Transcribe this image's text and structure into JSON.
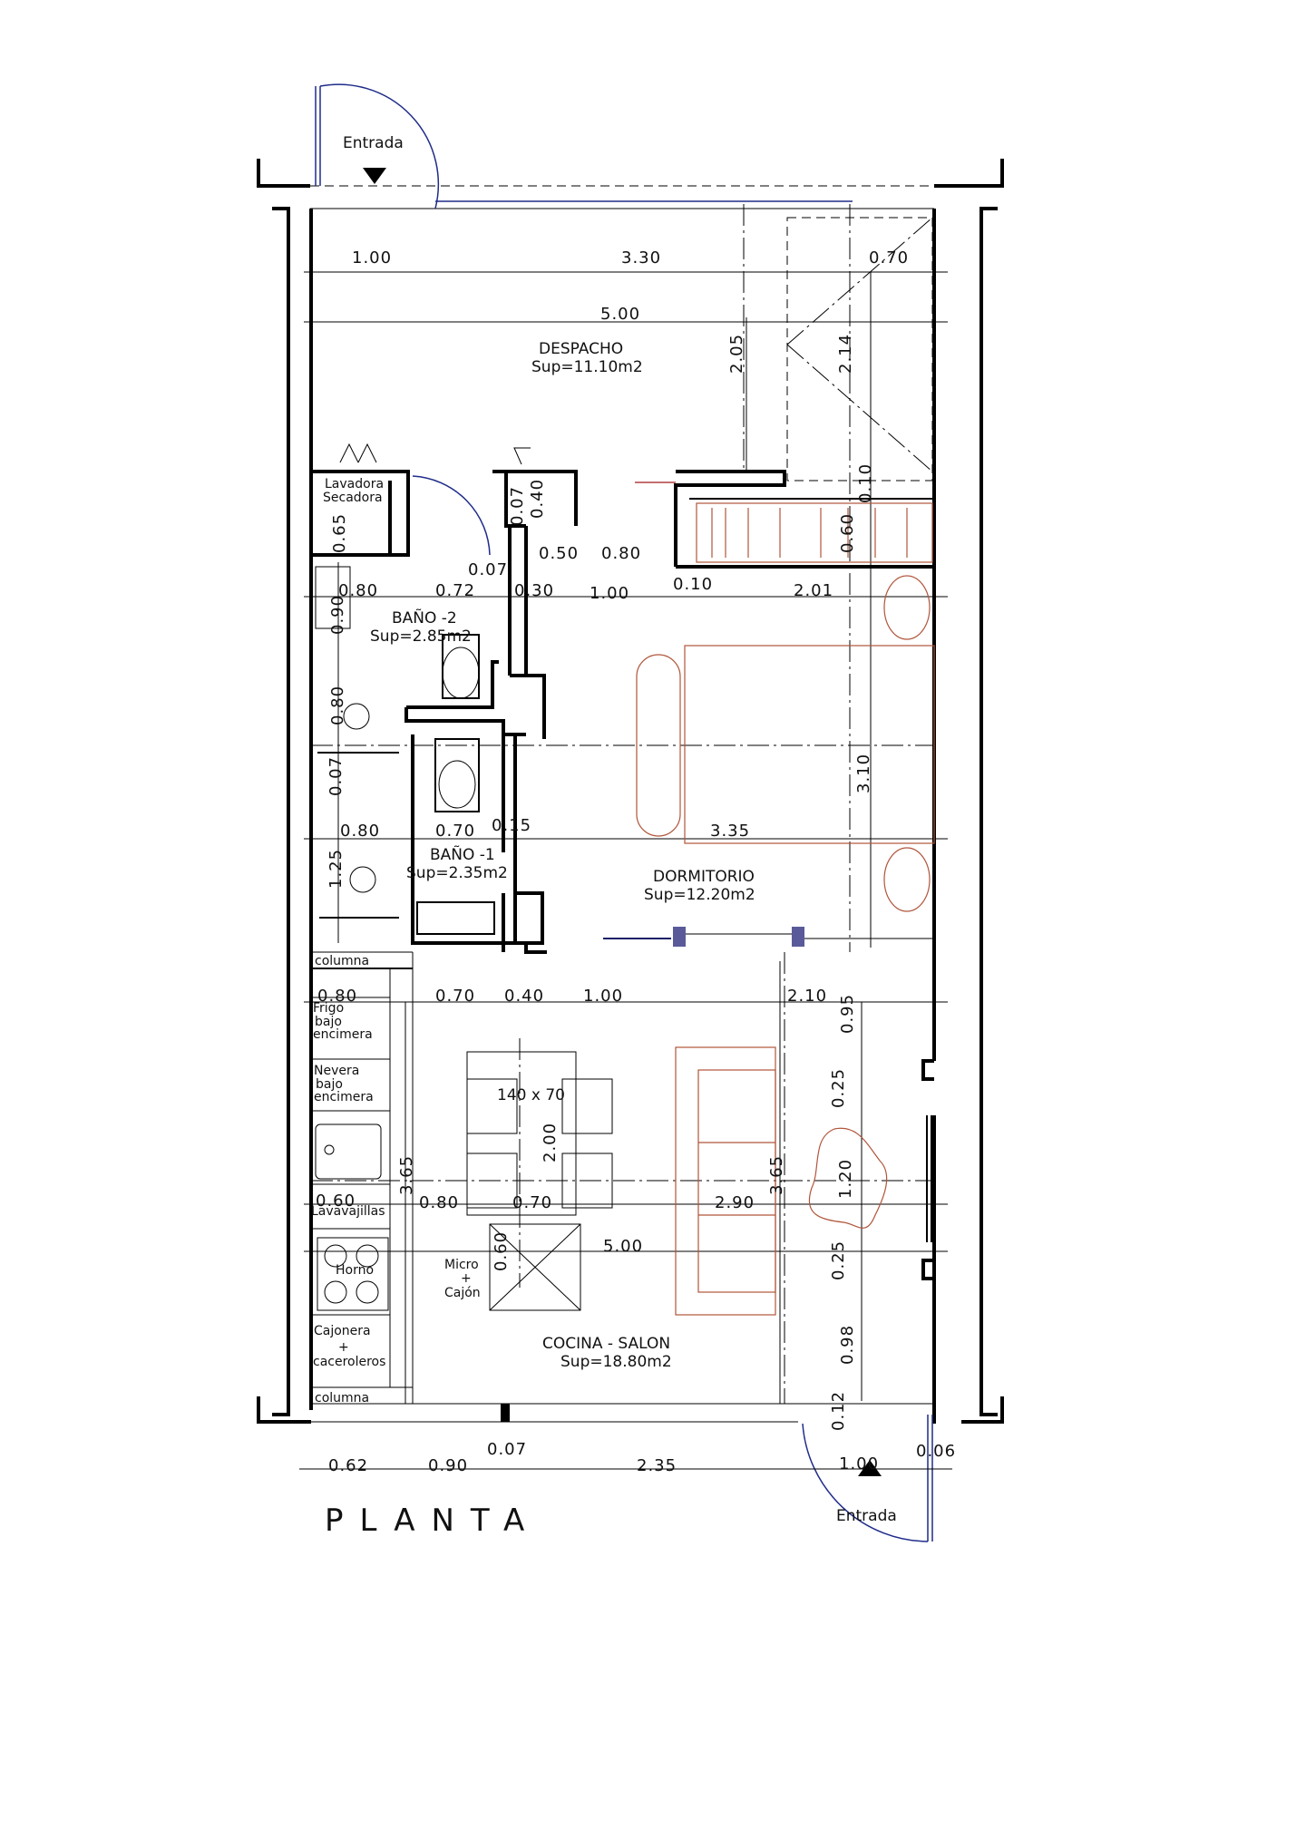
{
  "title": "PLANTA",
  "entrances": {
    "top": "Entrada",
    "bottom": "Entrada"
  },
  "rooms": {
    "despacho": {
      "name": "DESPACHO",
      "area": "Sup=11.10m2"
    },
    "bano2": {
      "name": "BAÑO -2",
      "area": "Sup=2.85m2"
    },
    "bano1": {
      "name": "BAÑO -1",
      "area": "Sup=2.35m2"
    },
    "dormitorio": {
      "name": "DORMITORIO",
      "area": "Sup=12.20m2"
    },
    "cocina": {
      "name": "COCINA - SALON",
      "area": "Sup=18.80m2"
    }
  },
  "fixtures": {
    "lavadora": "Lavadora",
    "secadora": "Secadora",
    "columna_top": "columna",
    "frigo": [
      "Frigo",
      "bajo",
      "encimera"
    ],
    "nevera": [
      "Nevera",
      "bajo",
      "encimera"
    ],
    "lavavajillas": "Lavavajillas",
    "horno": "Horno",
    "cajonera": [
      "Cajonera",
      "+",
      "caceroleros"
    ],
    "columna_bottom": "columna",
    "micro": [
      "Micro",
      "+",
      "Cajón"
    ],
    "table": "140 x 70"
  },
  "dimensions": {
    "top_row": [
      "1.00",
      "3.30",
      "0.70"
    ],
    "total_top": "5.00",
    "despacho_v1": "2.05",
    "despacho_v2": "2.14",
    "wall_010": "0.10",
    "wall_040": "0.40",
    "wall_007a": "0.07",
    "lav_065": "0.65",
    "row_050": "0.50",
    "row_080a": "0.80",
    "wall_060": "0.60",
    "row_007b": "0.07",
    "row_080b": "0.80",
    "row_072": "0.72",
    "row_030": "0.30",
    "row_100a": "1.00",
    "row_010b": "0.10",
    "row_201": "2.01",
    "bano_090": "0.90",
    "bano_080c": "0.80",
    "bano_007c": "0.07",
    "dorm_310": "3.10",
    "row_080d": "0.80",
    "row_070a": "0.70",
    "row_015": "0.15",
    "row_335": "3.35",
    "bano_125": "1.25",
    "k_080": "0.80",
    "k_070": "0.70",
    "k_040": "0.40",
    "k_100": "1.00",
    "k_210": "2.10",
    "k_095": "0.95",
    "k_025a": "0.25",
    "k_200": "2.00",
    "k_365a": "3.65",
    "k_365b": "3.65",
    "k_120": "1.20",
    "k_060a": "0.60",
    "k_080b": "0.80",
    "k_070b": "0.70",
    "k_290": "2.90",
    "k_060b": "0.60",
    "k_500": "5.00",
    "k_025b": "0.25",
    "k_098": "0.98",
    "k_012": "0.12",
    "b_062": "0.62",
    "b_090": "0.90",
    "b_007": "0.07",
    "b_235": "2.35",
    "b_100": "1.00",
    "b_006": "0.06"
  },
  "colors": {
    "lines": "#000000",
    "furniture": "#b0553a",
    "doors": "#1f2c8a"
  }
}
